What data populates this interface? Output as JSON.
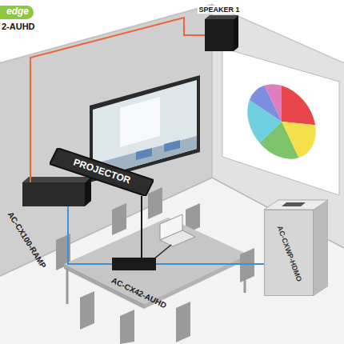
{
  "diagram": {
    "nodes": [
      {
        "text": [
          "SPEAKER 1"
        ]
      },
      {
        "text": [
          "PROJECTOR"
        ]
      },
      {
        "text": [
          "AC-CX100-RAMP"
        ]
      },
      {
        "text": [
          "AC-CX42-AUHD"
        ]
      },
      {
        "text": [
          "AC-CXWP-HDMO"
        ]
      }
    ],
    "edges": [
      {
        "from": 2,
        "to": 0,
        "arrow": "none"
      },
      {
        "from": 1,
        "to": 3,
        "arrow": "none"
      },
      {
        "from": 2,
        "to": 3,
        "arrow": "none"
      },
      {
        "from": 3,
        "to": 4,
        "arrow": "none"
      }
    ],
    "labels": [
      "edge",
      "2-AUHD"
    ]
  }
}
